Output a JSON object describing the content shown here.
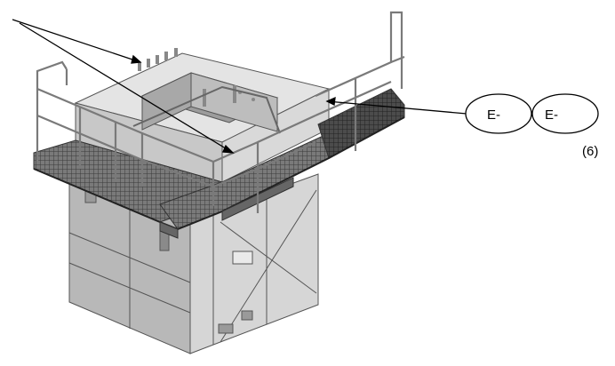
{
  "callouts": [
    {
      "text": "E-"
    },
    {
      "text": "E-"
    }
  ],
  "figure_ref": "(6)"
}
